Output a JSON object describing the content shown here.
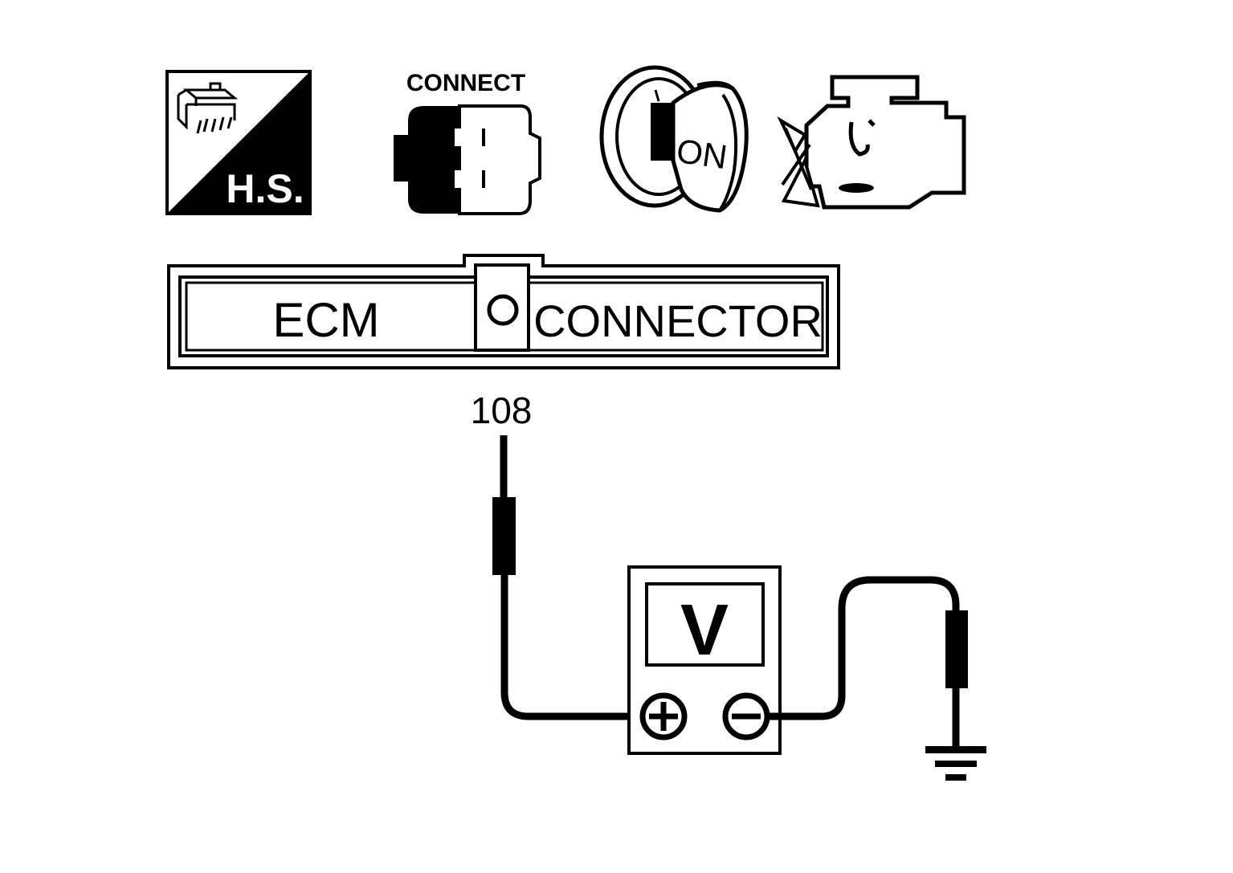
{
  "icons": {
    "harness_label": "H.S.",
    "connect_label": "CONNECT",
    "ignition_label": "ON",
    "harness_icon": "harness-connector-disconnect-icon",
    "connect_icon": "connector-connect-icon",
    "ignition_icon": "ignition-key-on-icon",
    "engine_icon": "engine-stopped-icon"
  },
  "connector": {
    "left_label": "ECM",
    "right_label": "CONNECTOR",
    "terminal": "108"
  },
  "meter": {
    "label": "V",
    "positive_icon": "plus-terminal-icon",
    "negative_icon": "minus-terminal-icon",
    "ground_icon": "ground-icon"
  },
  "colors": {
    "ink": "#000000",
    "paper": "#ffffff"
  }
}
